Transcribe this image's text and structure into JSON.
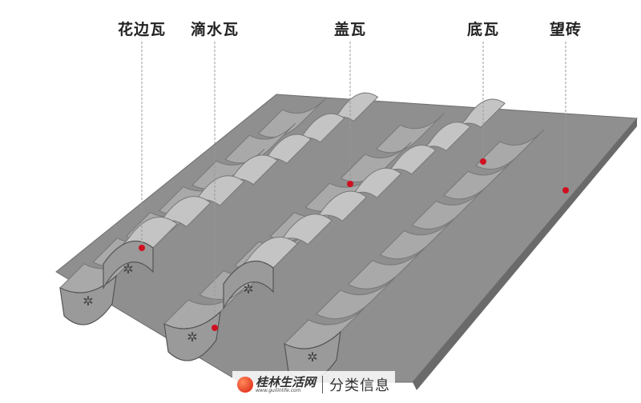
{
  "labels": {
    "huabianwa": "花边瓦",
    "dishuiwa": "滴水瓦",
    "gaiwa": "盖瓦",
    "diwa": "底瓦",
    "wangzhuan": "望砖"
  },
  "watermark": {
    "site_name": "桂林生活网",
    "site_url": "www.guilinlife.com",
    "category": "分类信息"
  },
  "colors": {
    "marker": "#d01020",
    "slab": "#8c8c8c",
    "tile": "#b9b9b9"
  }
}
